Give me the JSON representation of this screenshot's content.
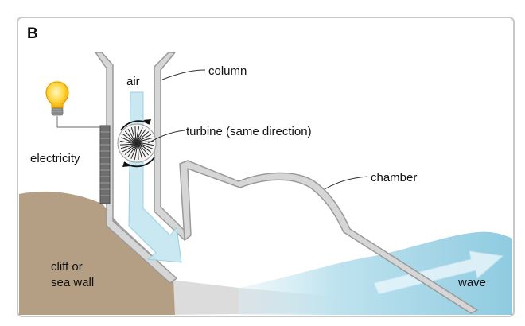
{
  "panel_label": "B",
  "labels": {
    "air": "air",
    "column": "column",
    "turbine": "turbine (same direction)",
    "electricity": "electricity",
    "chamber": "chamber",
    "cliff_line1": "cliff or",
    "cliff_line2": "sea wall",
    "wave": "wave"
  },
  "colors": {
    "frame_border": "#c8c8c8",
    "cliff": "#b59f84",
    "structure_fill": "#d6d6d6",
    "structure_stroke": "#9a9a9a",
    "seabed": "#dcdcdc",
    "water": "#9fd3e3",
    "air_arrow": "#c4e5f0",
    "generator": "#6e6e6e",
    "bulb": "#ffd43b"
  },
  "icons": [
    "light-bulb-icon",
    "turbine-icon",
    "rotation-arrow-icon"
  ]
}
